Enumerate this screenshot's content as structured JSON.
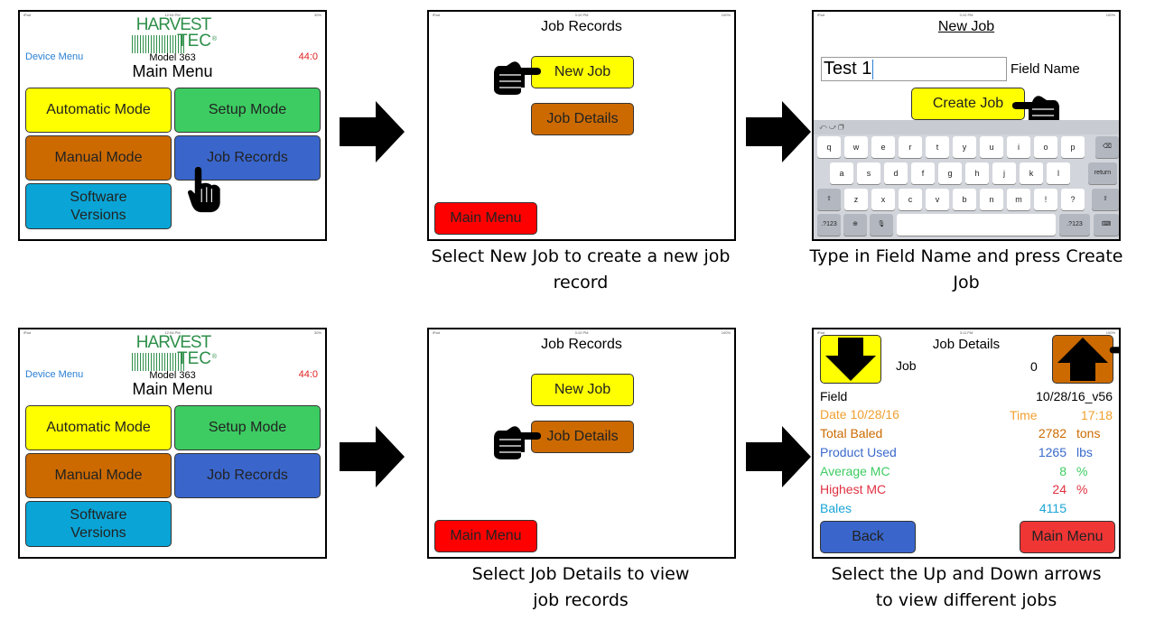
{
  "main_menu": {
    "status_left": "iPad",
    "status_time": "12:04 PM",
    "status_right": "30%",
    "logo_top": "HARVEST",
    "logo_bottom": "TEC",
    "logo_tm": "®",
    "device_menu": "Device Menu",
    "model": "Model 363",
    "counter": "44:0",
    "title": "Main Menu",
    "buttons": {
      "automatic": "Automatic Mode",
      "setup": "Setup Mode",
      "manual": "Manual Mode",
      "job_records": "Job Records",
      "software": "Software\nVersions"
    }
  },
  "job_records": {
    "status_left": "iPad",
    "status_time": "3:10 PM",
    "status_right": "100%",
    "title": "Job Records",
    "new_job": "New Job",
    "job_details": "Job Details",
    "main_menu": "Main Menu"
  },
  "new_job": {
    "status_left": "iPad",
    "status_time": "3:10 PM",
    "status_right": "100%",
    "title": "New Job",
    "field_value": "Test 1",
    "field_label": "Field Name",
    "create_job": "Create Job",
    "keyboard": {
      "row1": [
        "q",
        "w",
        "e",
        "r",
        "t",
        "y",
        "u",
        "i",
        "o",
        "p"
      ],
      "row2": [
        "a",
        "s",
        "d",
        "f",
        "g",
        "h",
        "j",
        "k",
        "l"
      ],
      "row3": [
        "z",
        "x",
        "c",
        "v",
        "b",
        "n",
        "m",
        "!",
        "?"
      ],
      "return": "return",
      "num_left": ".?123",
      "num_right": ".?123"
    }
  },
  "job_details": {
    "status_left": "iPad",
    "status_time": "3:11 PM",
    "status_right": "100%",
    "title": "Job Details",
    "job_label": "Job",
    "job_number": "0",
    "field_label": "Field",
    "field_value": "10/28/16_v56",
    "date": "Date 10/28/16",
    "time_label": "Time",
    "time_value": "17:18",
    "total_baled_label": "Total Baled",
    "total_baled_value": "2782",
    "total_baled_unit": "tons",
    "product_used_label": "Product Used",
    "product_used_value": "1265",
    "product_used_unit": "lbs",
    "avg_mc_label": "Average MC",
    "avg_mc_value": "8",
    "avg_mc_unit": "%",
    "high_mc_label": "Highest MC",
    "high_mc_value": "24",
    "high_mc_unit": "%",
    "bales_label": "Bales",
    "bales_value": "4115",
    "back": "Back",
    "main_menu": "Main Menu",
    "colors": {
      "date": "#f0a030",
      "total": "#cc6a00",
      "product": "#3a6acc",
      "avg": "#3dcc62",
      "high": "#e03040",
      "bales": "#1aa5d6"
    }
  },
  "captions": {
    "new_job": "Select New Job to create a new job\nrecord",
    "type_field": "Type in Field Name and press Create\nJob",
    "job_details": "Select Job Details to view\njob records",
    "arrows": "Select the Up and Down arrows\nto view different jobs"
  }
}
